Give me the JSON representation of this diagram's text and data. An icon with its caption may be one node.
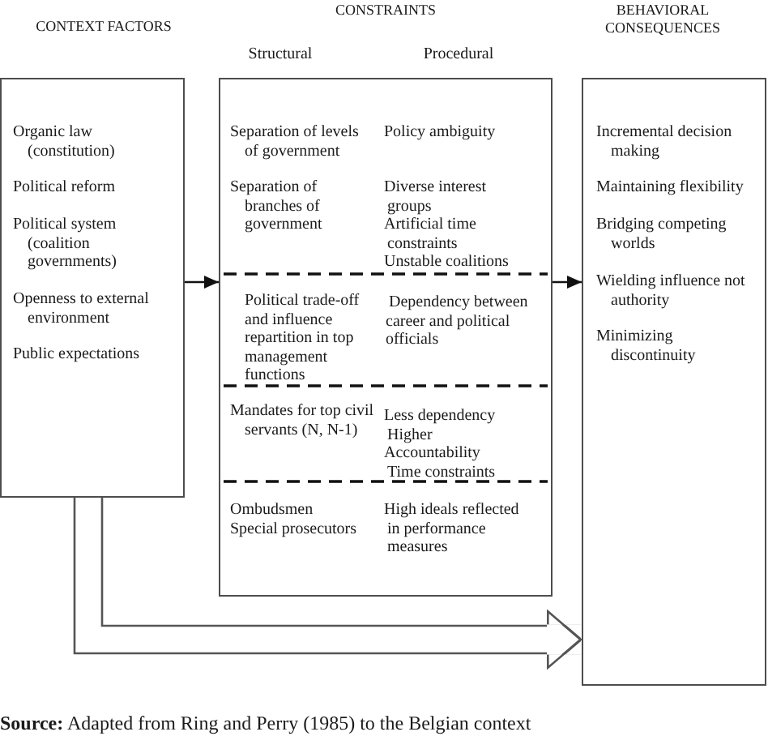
{
  "diagram": {
    "nodes": [
      {
        "text": [
          "CONTEXT FACTORS",
          "Organic law (constitution)",
          "Political reform",
          "Political system (coalition governments)",
          "Openness to external environment",
          "Public expectations"
        ]
      },
      {
        "text": [
          "CONSTRAINTS",
          "Structural",
          "Procedural",
          "Separation of levels of government",
          "Policy ambiguity",
          "Separation of branches of government",
          "Diverse interest groups",
          "Artificial time constraints",
          "Unstable coalitions",
          "Political trade-off and influence repartition in top management functions",
          "Dependency between career and political officials",
          "Mandates for top civil servants (N, N-1)",
          "Less dependency",
          "Higher Accountability",
          "Time constraints",
          "Ombudsmen",
          "Special prosecutors",
          "High ideals reflected in performance measures"
        ]
      },
      {
        "text": [
          "BEHAVIORAL CONSEQUENCES",
          "Incremental decision making",
          "Maintaining flexibility",
          "Bridging competing worlds",
          "Wielding influence not authority",
          "Minimizing discontinuity"
        ]
      }
    ],
    "edges": [
      {
        "from": 0,
        "to": 1,
        "arrow": "to"
      },
      {
        "from": 1,
        "to": 2,
        "arrow": "to"
      },
      {
        "from": 0,
        "to": 2,
        "arrow": "to",
        "style": "thick"
      }
    ],
    "caption": "**Source:** Adapted from Ring and Perry (1985) to the Belgian context"
  }
}
